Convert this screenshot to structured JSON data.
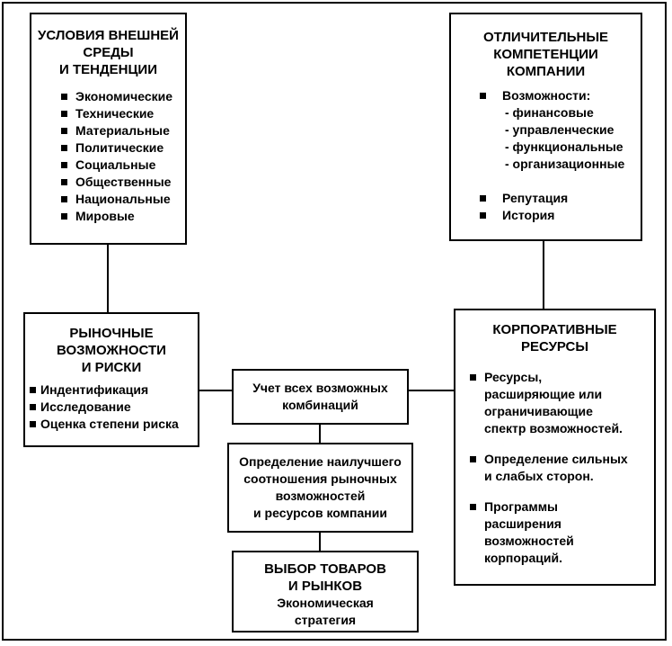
{
  "env": {
    "title_lines": [
      "УСЛОВИЯ ВНЕШНЕЙ",
      "СРЕДЫ",
      "И ТЕНДЕНЦИИ"
    ],
    "items": [
      "Экономические",
      "Технические",
      "Материальные",
      "Политические",
      "Социальные",
      "Общественные",
      "Национальные",
      "Мировые"
    ]
  },
  "comp": {
    "title_lines": [
      "ОТЛИЧИТЕЛЬНЫЕ",
      "КОМПЕТЕНЦИИ",
      "КОМПАНИИ"
    ],
    "possibilities_label": "Возможности:",
    "possibilities": [
      "- финансовые",
      "- управленческие",
      "- функциональные",
      "- организационные"
    ],
    "items": [
      "Репутация",
      "История"
    ]
  },
  "market": {
    "title_lines": [
      "РЫНОЧНЫЕ",
      "ВОЗМОЖНОСТИ",
      "И РИСКИ"
    ],
    "items": [
      "Индентификация",
      "Исследование",
      "Оценка степени риска"
    ]
  },
  "combos": {
    "lines": [
      "Учет всех возможных",
      "комбинаций"
    ]
  },
  "best": {
    "lines": [
      "Определение наилучшего",
      "соотношения рыночных",
      "возможностей",
      "и ресурсов компании"
    ]
  },
  "choice": {
    "title_lines": [
      "ВЫБОР ТОВАРОВ",
      "И РЫНКОВ"
    ],
    "sub_lines": [
      "Экономическая",
      "стратегия"
    ]
  },
  "resources": {
    "title_lines": [
      "КОРПОРАТИВНЫЕ",
      "РЕСУРСЫ"
    ],
    "bullets": [
      [
        "Ресурсы,",
        "расширяющие или",
        "ограничивающие",
        "спектр возможностей."
      ],
      [
        "Определение сильных",
        "и слабых сторон."
      ],
      [
        "Программы",
        "расширения",
        "возможностей",
        "корпораций."
      ]
    ]
  }
}
